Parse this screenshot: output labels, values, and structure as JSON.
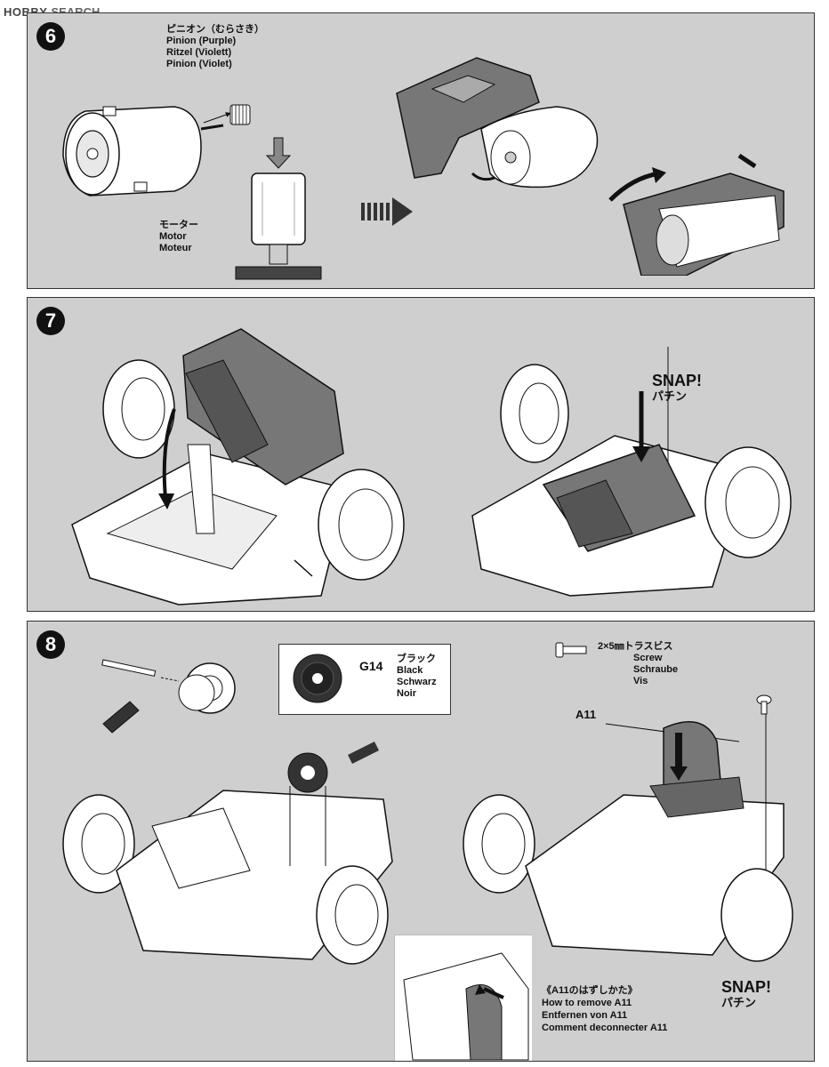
{
  "watermark": {
    "logo": "HOBBY",
    "text": "SEARCH"
  },
  "steps": [
    {
      "number": "6",
      "pinion": {
        "jp": "ピニオン（むらさき）",
        "en": "Pinion (Purple)",
        "de": "Ritzel (Violett)",
        "fr": "Pinion (Violet)"
      },
      "motor": {
        "jp": "モーター",
        "en": "Motor",
        "fr": "Moteur"
      }
    },
    {
      "number": "7",
      "snap": "SNAP!",
      "snap_jp": "パチン"
    },
    {
      "number": "8",
      "gear": {
        "code": "G14",
        "jp": "ブラック",
        "en": "Black",
        "de": "Schwarz",
        "fr": "Noir"
      },
      "screw": {
        "jp": "2×5㎜トラスビス",
        "en": "Screw",
        "de": "Schraube",
        "fr": "Vis"
      },
      "part": "A11",
      "snap": "SNAP!",
      "snap_jp": "パチン",
      "remove": {
        "jp": "《A11のはずしかた》",
        "en": "How to remove A11",
        "de": "Entfernen von A11",
        "fr": "Comment deconnecter A11"
      }
    }
  ]
}
